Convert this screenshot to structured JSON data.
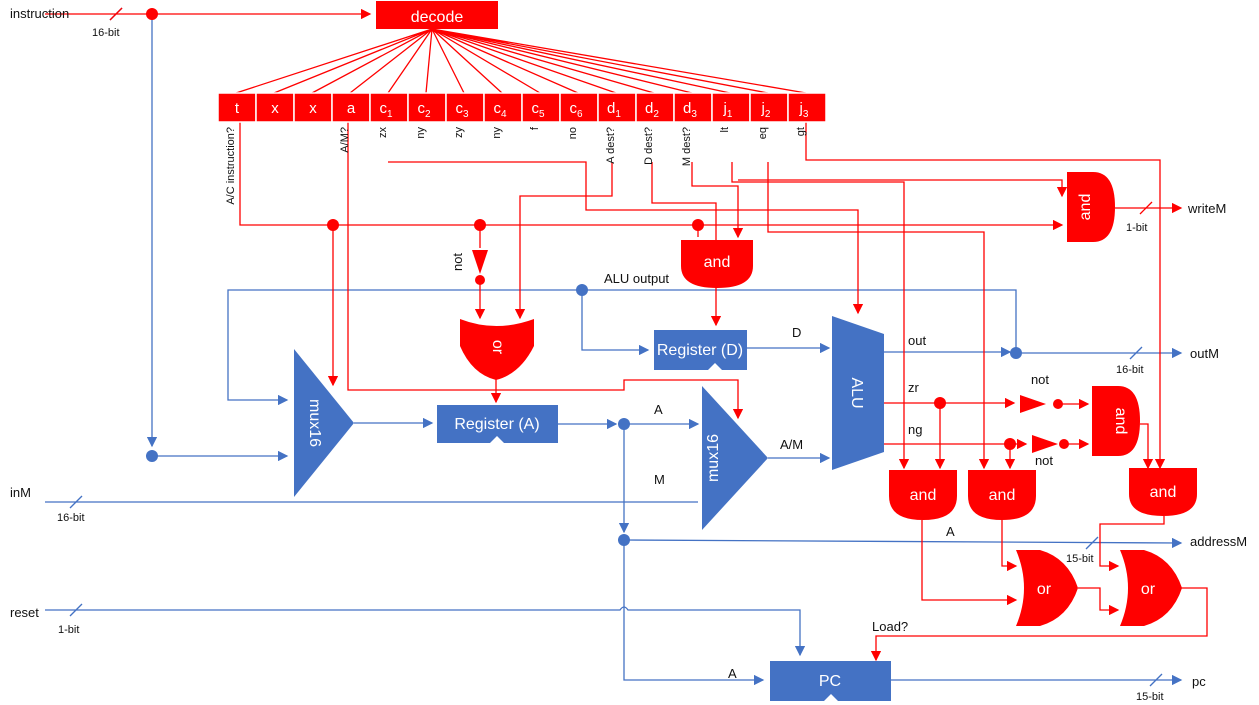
{
  "io": {
    "instruction": "instruction",
    "instruction_width": "16-bit",
    "inM": "inM",
    "inM_width": "16-bit",
    "reset": "reset",
    "reset_width": "1-bit",
    "writeM": "writeM",
    "writeM_width": "1-bit",
    "outM": "outM",
    "outM_width": "16-bit",
    "addressM": "addressM",
    "addressM_width": "15-bit",
    "pc": "pc",
    "pc_width": "15-bit"
  },
  "decode": {
    "label": "decode",
    "bits": [
      "t",
      "x",
      "x",
      "a",
      "c1",
      "c2",
      "c3",
      "c4",
      "c5",
      "c6",
      "d1",
      "d2",
      "d3",
      "j1",
      "j2",
      "j3"
    ],
    "bit_names": [
      "t",
      "x",
      "x",
      "a",
      "c",
      "c",
      "c",
      "c",
      "c",
      "c",
      "d",
      "d",
      "d",
      "j",
      "j",
      "j"
    ],
    "bit_subs": [
      "",
      "",
      "",
      "",
      "1",
      "2",
      "3",
      "4",
      "5",
      "6",
      "1",
      "2",
      "3",
      "1",
      "2",
      "3"
    ],
    "signals": [
      "A/C instruction?",
      "A/M?",
      "zx",
      "ny",
      "zy",
      "ny",
      "f",
      "no",
      "A dest?",
      "D dest?",
      "M dest?",
      "lt",
      "eq",
      "gt"
    ]
  },
  "blocks": {
    "mux_a": "mux16",
    "mux_am": "mux16",
    "reg_a": "Register (A)",
    "reg_d": "Register (D)",
    "alu": "ALU",
    "pc": "PC"
  },
  "gates": {
    "not1": "not",
    "not2": "not",
    "not3": "not",
    "or_a": "or",
    "and_d": "and",
    "and_writeM": "and",
    "and_zr": "and",
    "and_lt": "and",
    "and_eq": "and",
    "and_gt": "and",
    "or1": "or",
    "or2": "or"
  },
  "wires": {
    "alu_output": "ALU output",
    "D": "D",
    "A": "A",
    "M": "M",
    "AM": "A/M",
    "out": "out",
    "zr": "zr",
    "ng": "ng",
    "A_addr": "A",
    "A_pc": "A",
    "load": "Load?"
  },
  "colors": {
    "control": "#ff0000",
    "datapath": "#4472c4"
  }
}
